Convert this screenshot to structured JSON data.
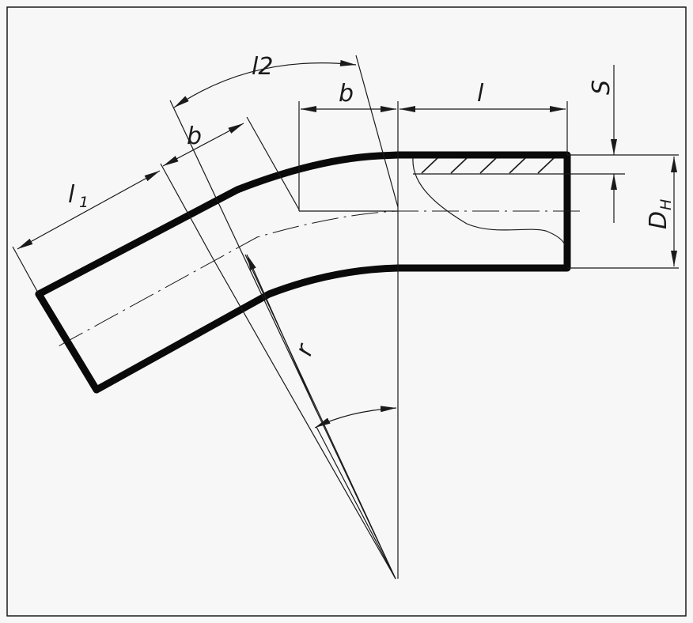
{
  "labels": {
    "l2": "l2",
    "b_top": "b",
    "b_left": "b",
    "l": "l",
    "l1_main": "l",
    "l1_sub": "1",
    "s": "S",
    "dn_main": "D",
    "dn_sub": "H",
    "r": "r"
  },
  "colors": {
    "background": "#f7f7f7",
    "frame": "#1a1a1a",
    "wall": "#0a0a0a"
  }
}
